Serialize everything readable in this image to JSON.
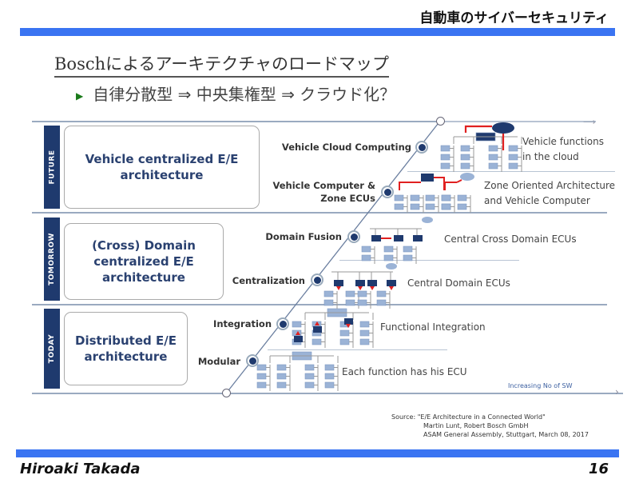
{
  "header": {
    "title": "自動車のサイバーセキュリティ"
  },
  "slide": {
    "title": "Boschによるアーキテクチャのロードマップ",
    "bullet": "自律分散型 ⇒ 中央集権型 ⇒ クラウド化？"
  },
  "bands": [
    {
      "label": "FUTURE",
      "architecture": "Vehicle centralized E/E architecture"
    },
    {
      "label": "TOMORROW",
      "architecture": "(Cross) Domain centralized E/E architecture"
    },
    {
      "label": "TODAY",
      "architecture": "Distributed E/E architecture"
    }
  ],
  "stages": [
    {
      "name": "Vehicle Cloud Computing",
      "description": "Vehicle functions in the cloud"
    },
    {
      "name": "Vehicle Computer & Zone ECUs",
      "description": "Zone Oriented Architecture and Vehicle Computer"
    },
    {
      "name": "Domain Fusion",
      "description": "Central Cross Domain ECUs"
    },
    {
      "name": "Centralization",
      "description": "Central Domain ECUs"
    },
    {
      "name": "Integration",
      "description": "Functional Integration"
    },
    {
      "name": "Modular",
      "description": "Each function has his ECU"
    }
  ],
  "axis_label": "Increasing No of SW",
  "source": {
    "label": "Source:",
    "lines": [
      "\"E/E Architecture in a Connected World\"",
      "Martin Lunt, Robert Bosch GmbH",
      "ASAM General Assembly, Stuttgart, March 08, 2017"
    ]
  },
  "footer": {
    "author": "Hiroaki Takada",
    "page": "16"
  },
  "colors": {
    "accent_bar": "#3a74f2",
    "band_navy": "#1f3a6e",
    "red_link": "#e02020"
  }
}
